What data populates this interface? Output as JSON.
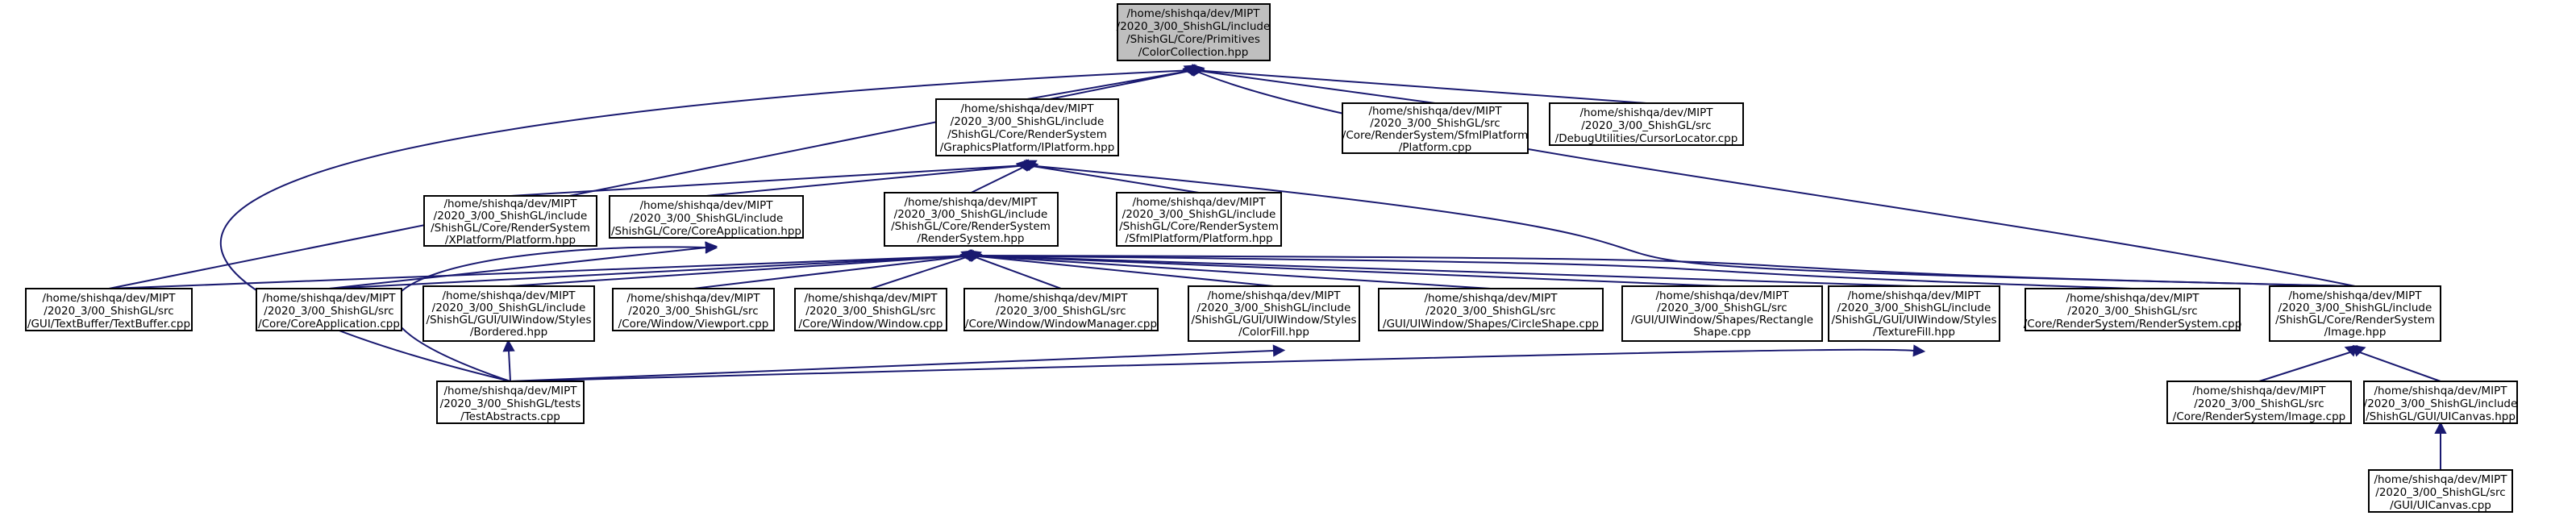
{
  "colors": {
    "node_fill": "#ffffff",
    "root_fill": "#bfbfbf",
    "edge": "#191970",
    "text": "#000000"
  },
  "nodes": [
    {
      "id": "n0",
      "lines": [
        "/home/shishqa/dev/MIPT",
        "/2020_3/00_ShishGL/include",
        "/ShishGL/Core/Primitives",
        "/ColorCollection.hpp"
      ],
      "root": true
    },
    {
      "id": "n1",
      "lines": [
        "/home/shishqa/dev/MIPT",
        "/2020_3/00_ShishGL/include",
        "/ShishGL/Core/RenderSystem",
        "/GraphicsPlatform/IPlatform.hpp"
      ]
    },
    {
      "id": "n2",
      "lines": [
        "/home/shishqa/dev/MIPT",
        "/2020_3/00_ShishGL/src",
        "/Core/RenderSystem/SfmlPlatform",
        "/Platform.cpp"
      ]
    },
    {
      "id": "n3",
      "lines": [
        "/home/shishqa/dev/MIPT",
        "/2020_3/00_ShishGL/src",
        "/DebugUtilities/CursorLocator.cpp"
      ]
    },
    {
      "id": "n4",
      "lines": [
        "/home/shishqa/dev/MIPT",
        "/2020_3/00_ShishGL/include",
        "/ShishGL/Core/RenderSystem",
        "/XPlatform/Platform.hpp"
      ]
    },
    {
      "id": "n5",
      "lines": [
        "/home/shishqa/dev/MIPT",
        "/2020_3/00_ShishGL/include",
        "/ShishGL/Core/CoreApplication.hpp"
      ]
    },
    {
      "id": "n6",
      "lines": [
        "/home/shishqa/dev/MIPT",
        "/2020_3/00_ShishGL/include",
        "/ShishGL/Core/RenderSystem",
        "/RenderSystem.hpp"
      ]
    },
    {
      "id": "n7",
      "lines": [
        "/home/shishqa/dev/MIPT",
        "/2020_3/00_ShishGL/include",
        "/ShishGL/Core/RenderSystem",
        "/SfmlPlatform/Platform.hpp"
      ]
    },
    {
      "id": "n8",
      "lines": [
        "/home/shishqa/dev/MIPT",
        "/2020_3/00_ShishGL/src",
        "/GUI/TextBuffer/TextBuffer.cpp"
      ]
    },
    {
      "id": "n9",
      "lines": [
        "/home/shishqa/dev/MIPT",
        "/2020_3/00_ShishGL/src",
        "/Core/CoreApplication.cpp"
      ]
    },
    {
      "id": "n10",
      "lines": [
        "/home/shishqa/dev/MIPT",
        "/2020_3/00_ShishGL/include",
        "/ShishGL/GUI/UIWindow/Styles",
        "/Bordered.hpp"
      ]
    },
    {
      "id": "n11",
      "lines": [
        "/home/shishqa/dev/MIPT",
        "/2020_3/00_ShishGL/src",
        "/Core/Window/Viewport.cpp"
      ]
    },
    {
      "id": "n12",
      "lines": [
        "/home/shishqa/dev/MIPT",
        "/2020_3/00_ShishGL/src",
        "/Core/Window/Window.cpp"
      ]
    },
    {
      "id": "n13",
      "lines": [
        "/home/shishqa/dev/MIPT",
        "/2020_3/00_ShishGL/src",
        "/Core/Window/WindowManager.cpp"
      ]
    },
    {
      "id": "n14",
      "lines": [
        "/home/shishqa/dev/MIPT",
        "/2020_3/00_ShishGL/include",
        "/ShishGL/GUI/UIWindow/Styles",
        "/ColorFill.hpp"
      ]
    },
    {
      "id": "n15",
      "lines": [
        "/home/shishqa/dev/MIPT",
        "/2020_3/00_ShishGL/src",
        "/GUI/UIWindow/Shapes/CircleShape.cpp"
      ]
    },
    {
      "id": "n16",
      "lines": [
        "/home/shishqa/dev/MIPT",
        "/2020_3/00_ShishGL/src",
        "/GUI/UIWindow/Shapes/Rectangle",
        "Shape.cpp"
      ]
    },
    {
      "id": "n17",
      "lines": [
        "/home/shishqa/dev/MIPT",
        "/2020_3/00_ShishGL/include",
        "/ShishGL/GUI/UIWindow/Styles",
        "/TextureFill.hpp"
      ]
    },
    {
      "id": "n18",
      "lines": [
        "/home/shishqa/dev/MIPT",
        "/2020_3/00_ShishGL/src",
        "/Core/RenderSystem/RenderSystem.cpp"
      ]
    },
    {
      "id": "n19",
      "lines": [
        "/home/shishqa/dev/MIPT",
        "/2020_3/00_ShishGL/include",
        "/ShishGL/Core/RenderSystem",
        "/Image.hpp"
      ]
    },
    {
      "id": "n20",
      "lines": [
        "/home/shishqa/dev/MIPT",
        "/2020_3/00_ShishGL/tests",
        "/TestAbstracts.cpp"
      ]
    },
    {
      "id": "n21",
      "lines": [
        "/home/shishqa/dev/MIPT",
        "/2020_3/00_ShishGL/src",
        "/Core/RenderSystem/Image.cpp"
      ]
    },
    {
      "id": "n22",
      "lines": [
        "/home/shishqa/dev/MIPT",
        "/2020_3/00_ShishGL/include",
        "/ShishGL/GUI/UICanvas.hpp"
      ]
    },
    {
      "id": "n23",
      "lines": [
        "/home/shishqa/dev/MIPT",
        "/2020_3/00_ShishGL/src",
        "/GUI/UICanvas.cpp"
      ]
    }
  ],
  "edges": [
    {
      "from": "n1",
      "to": "n0"
    },
    {
      "from": "n2",
      "to": "n0"
    },
    {
      "from": "n3",
      "to": "n0"
    },
    {
      "from": "n8",
      "to": "n0"
    },
    {
      "from": "n20",
      "to": "n0"
    },
    {
      "from": "n19",
      "to": "n0"
    },
    {
      "from": "n4",
      "to": "n1"
    },
    {
      "from": "n5",
      "to": "n1"
    },
    {
      "from": "n6",
      "to": "n1"
    },
    {
      "from": "n7",
      "to": "n1"
    },
    {
      "from": "n19",
      "to": "n1"
    },
    {
      "from": "n9",
      "to": "n5"
    },
    {
      "from": "n20",
      "to": "n5"
    },
    {
      "from": "n8",
      "to": "n6"
    },
    {
      "from": "n9",
      "to": "n6"
    },
    {
      "from": "n10",
      "to": "n6"
    },
    {
      "from": "n11",
      "to": "n6"
    },
    {
      "from": "n12",
      "to": "n6"
    },
    {
      "from": "n13",
      "to": "n6"
    },
    {
      "from": "n14",
      "to": "n6"
    },
    {
      "from": "n15",
      "to": "n6"
    },
    {
      "from": "n16",
      "to": "n6"
    },
    {
      "from": "n17",
      "to": "n6"
    },
    {
      "from": "n18",
      "to": "n6"
    },
    {
      "from": "n19",
      "to": "n6"
    },
    {
      "from": "n20",
      "to": "n10"
    },
    {
      "from": "n20",
      "to": "n14"
    },
    {
      "from": "n20",
      "to": "n17"
    },
    {
      "from": "n21",
      "to": "n19"
    },
    {
      "from": "n22",
      "to": "n19"
    },
    {
      "from": "n23",
      "to": "n22"
    }
  ]
}
